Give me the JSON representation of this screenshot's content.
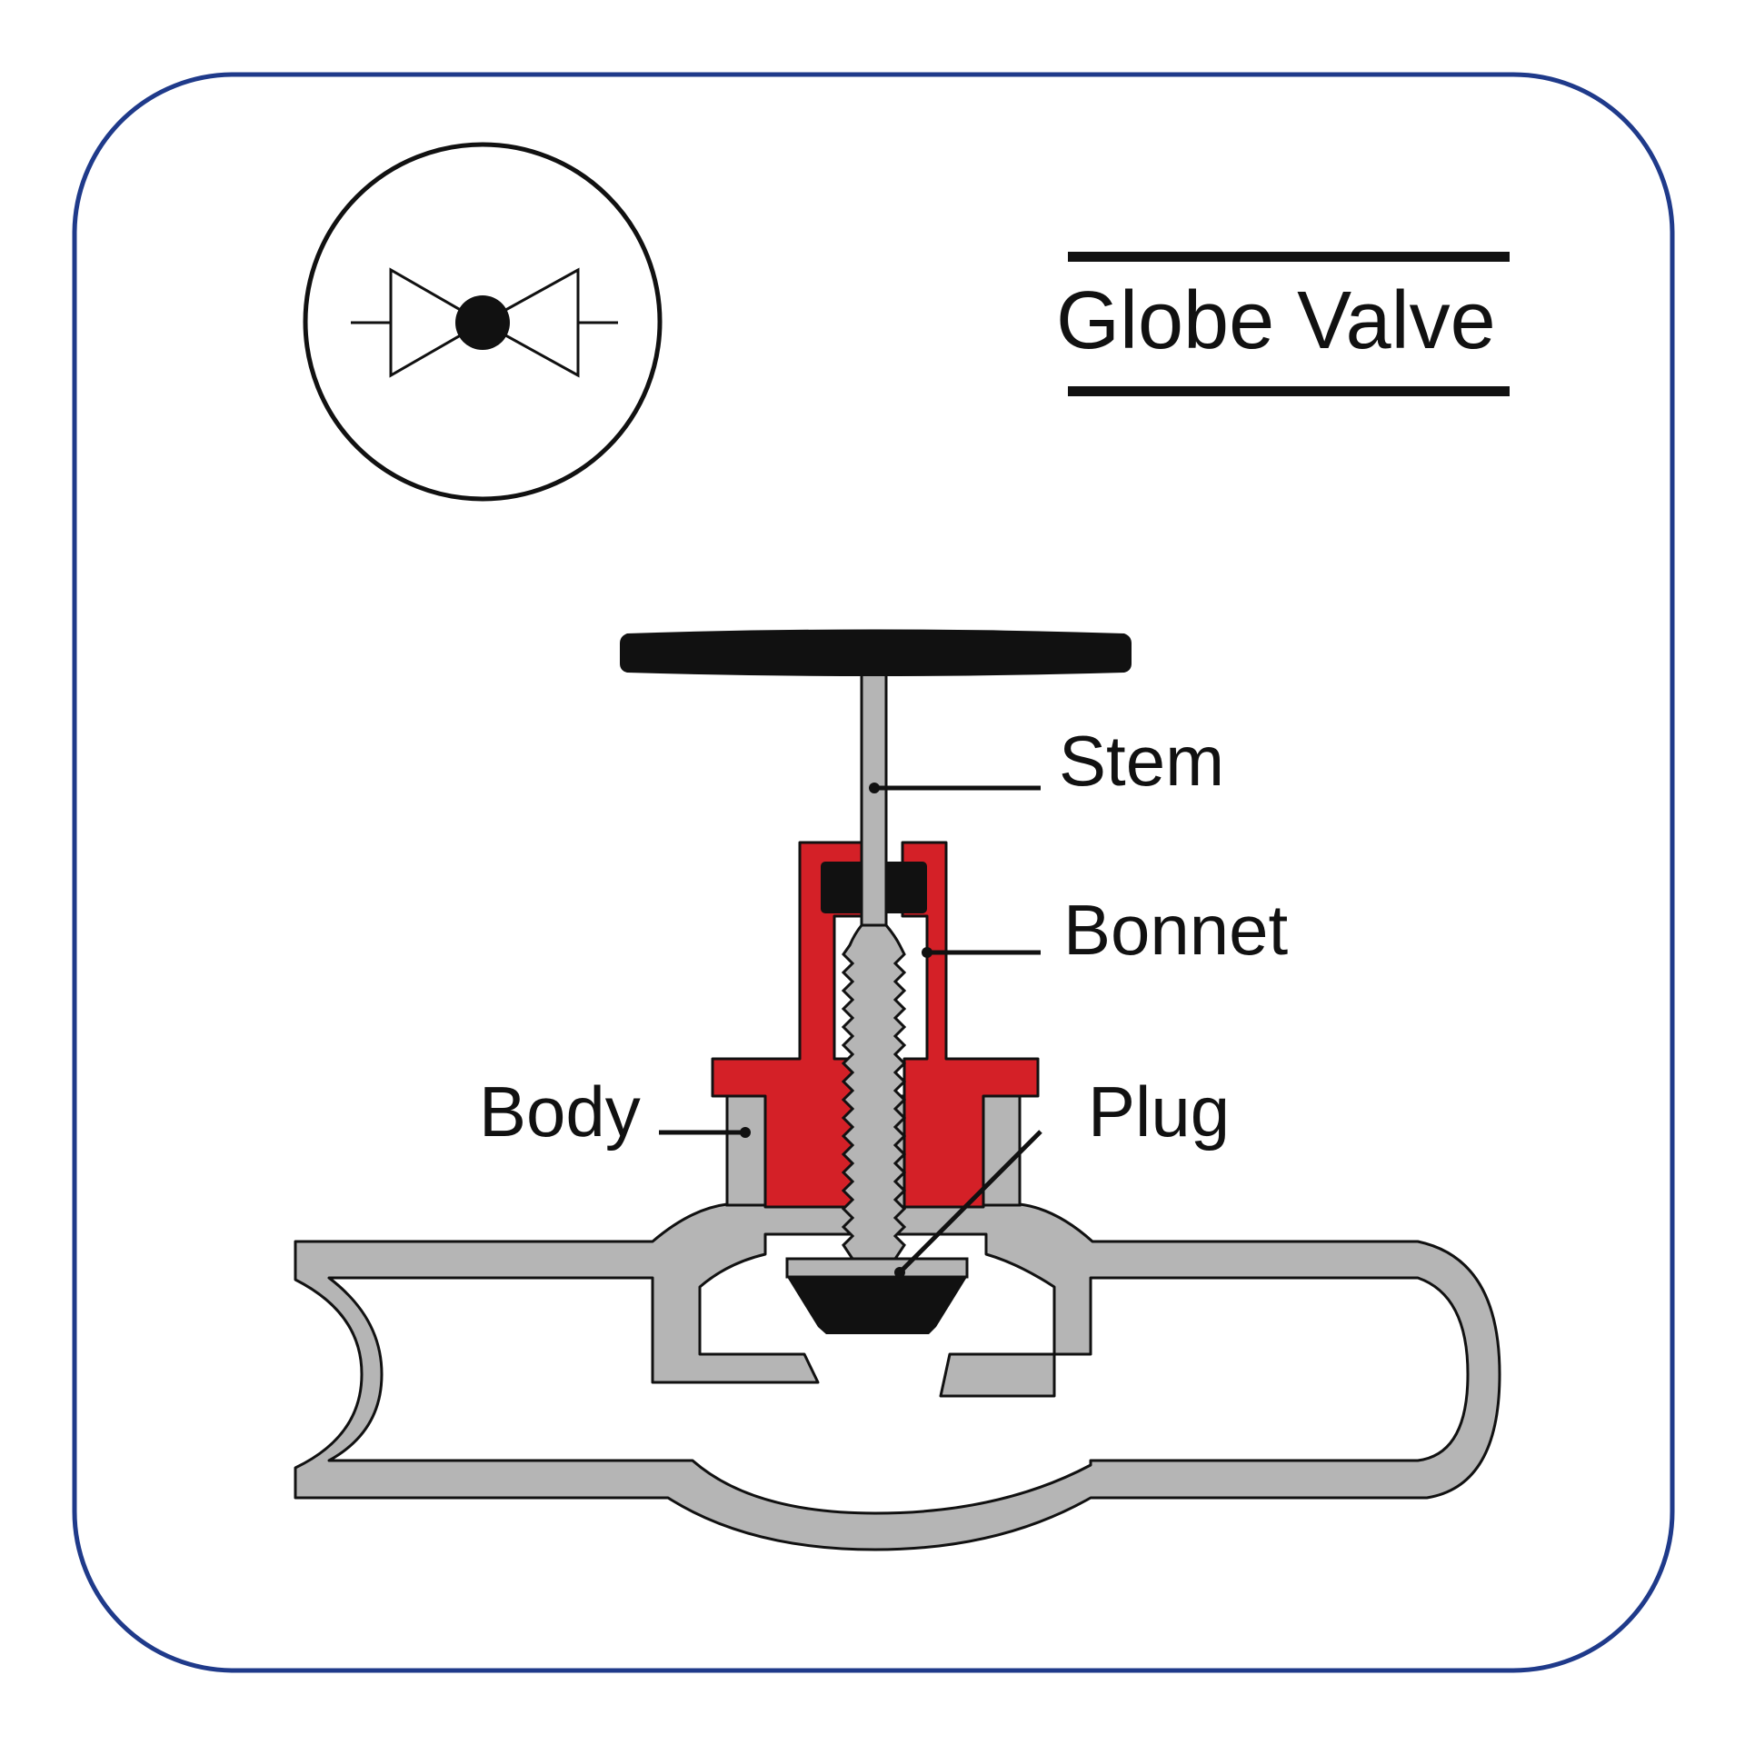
{
  "title": "Globe Valve",
  "symbol": {
    "icon": "globe-valve-symbol-icon"
  },
  "parts": {
    "stem": "Stem",
    "bonnet": "Bonnet",
    "body": "Body",
    "plug": "Plug"
  },
  "colors": {
    "frame": "#1f3a8a",
    "body_fill": "#b5b5b5",
    "bonnet_fill": "#d42027",
    "handwheel": "#111111",
    "outline": "#111111"
  }
}
